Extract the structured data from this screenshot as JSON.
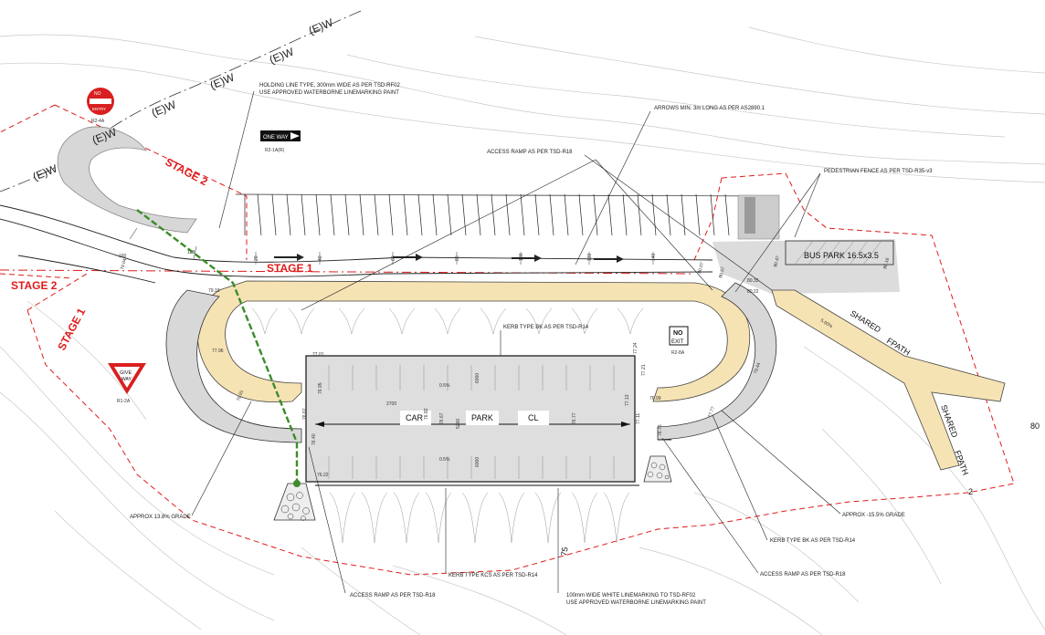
{
  "stages": [
    "STAGE 2",
    "STAGE 1",
    "STAGE 2",
    "STAGE 1"
  ],
  "service_label": "(E)W",
  "signs": {
    "no_entry": {
      "top": "NO",
      "bottom": "ENTRY",
      "code": "R2-4A"
    },
    "one_way": {
      "text": "ONE WAY",
      "code": "R2-1A(R)"
    },
    "no_exit": {
      "top": "NO",
      "bottom": "EXIT",
      "code": "R2-8A"
    },
    "give_way": {
      "top": "GIVE",
      "bottom": "WAY",
      "code": "R1-2A"
    }
  },
  "notes": {
    "holding_line_1": "HOLDING LINE TYPE, 300mm WIDE AS PER TSD-RF02",
    "holding_line_2": "USE APPROVED WATERBORNE LINEMARKING PAINT",
    "arrows": "ARROWS MIN. 3m LONG AS PER AS2890.1",
    "access_ramp_top": "ACCESS RAMP AS PER TSD-R18",
    "ped_fence": "PEDESTRIAN FENCE AS PER TSD-R35-v3",
    "kerb_bk_top": "KERB TYPE BK AS PER TSD-R14",
    "grade_left": "APPROX 13.8% GRADE",
    "grade_right": "APPROX -15.5% GRADE",
    "kerb_bk_bottom": "KERB TYPE BK AS PER TSD-R14",
    "access_ramp_right": "ACCESS RAMP AS PER TSD-R18",
    "kerb_kcs": "KERB TYPE KCS AS PER TSD-R14",
    "access_ramp_bottom": "ACCESS RAMP AS PER TSD-R18",
    "linemark_1": "100mm WIDE WHITE LINEMARKING TO TSD-RF02",
    "linemark_2": "USE APPROVED WATERBORNE LINEMARKING PAINT"
  },
  "car_park": {
    "word1": "CAR",
    "word2": "PARK",
    "word3": "CL",
    "dim_width": "2700",
    "dim_6000": "6000",
    "slope": "0.5%",
    "dim_5200": "5200"
  },
  "bus_park": "BUS PARK 16.5x3.5",
  "shared_path": {
    "line1": "SHARED",
    "line2": "FPATH"
  },
  "contours": [
    "75",
    "80",
    "2"
  ],
  "chainages": [
    "20",
    "40",
    "60",
    "80",
    "100",
    "120",
    "140",
    "160",
    "180"
  ],
  "levels": [
    "79.04",
    "79.19",
    "77.96",
    "76.91",
    "76.67",
    "76.40",
    "76.22",
    "77.01",
    "76.95",
    "76.82",
    "76.67",
    "76.77",
    "77.13",
    "77.24",
    "77.21",
    "77.11",
    "76.99",
    "76.75",
    "77.77",
    "79.44",
    "80.33",
    "80.22",
    "80.47",
    "80.07",
    "80.57",
    "80.16",
    "5.00%"
  ]
}
